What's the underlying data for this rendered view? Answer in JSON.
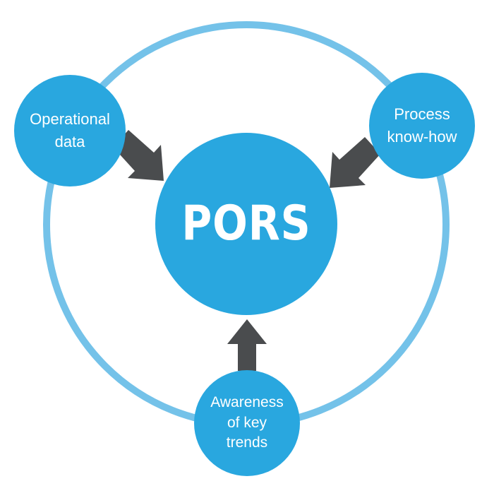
{
  "diagram": {
    "center": {
      "label": "PORS"
    },
    "inputs": [
      {
        "id": "left",
        "label": "Operational\ndata"
      },
      {
        "id": "right",
        "label": "Process\nknow-how"
      },
      {
        "id": "bottom",
        "label": "Awareness\nof key\ntrends"
      }
    ]
  },
  "colors": {
    "ring": "#74c2e9",
    "node_fill": "#29a7df",
    "arrow": "#4a4c4e",
    "text": "#ffffff",
    "background": "#ffffff"
  }
}
